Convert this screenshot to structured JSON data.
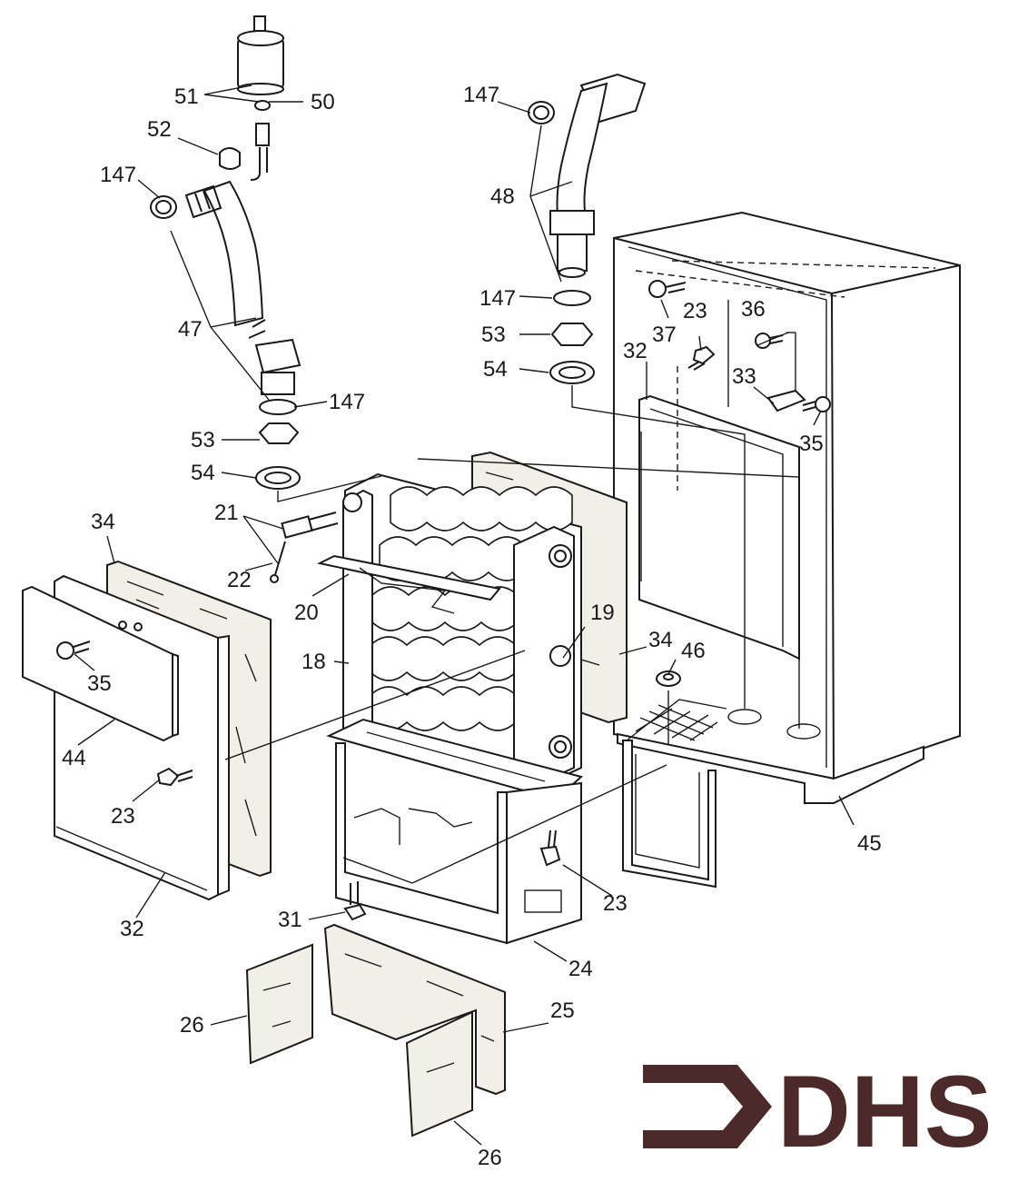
{
  "logo": {
    "text": "DHS",
    "color": "#4d2a2a"
  },
  "labels": {
    "l18": "18",
    "l19": "19",
    "l20": "20",
    "l21": "21",
    "l22": "22",
    "l23a": "23",
    "l23b": "23",
    "l23c": "23",
    "l24": "24",
    "l25": "25",
    "l26a": "26",
    "l26b": "26",
    "l31": "31",
    "l32a": "32",
    "l32b": "32",
    "l33": "33",
    "l34a": "34",
    "l34b": "34",
    "l35a": "35",
    "l35b": "35",
    "l36": "36",
    "l37": "37",
    "l44": "44",
    "l45": "45",
    "l46": "46",
    "l47": "47",
    "l48": "48",
    "l50": "50",
    "l51": "51",
    "l52": "52",
    "l53a": "53",
    "l53b": "53",
    "l54a": "54",
    "l54b": "54",
    "l147a": "147",
    "l147b": "147",
    "l147c": "147",
    "l147d": "147"
  }
}
